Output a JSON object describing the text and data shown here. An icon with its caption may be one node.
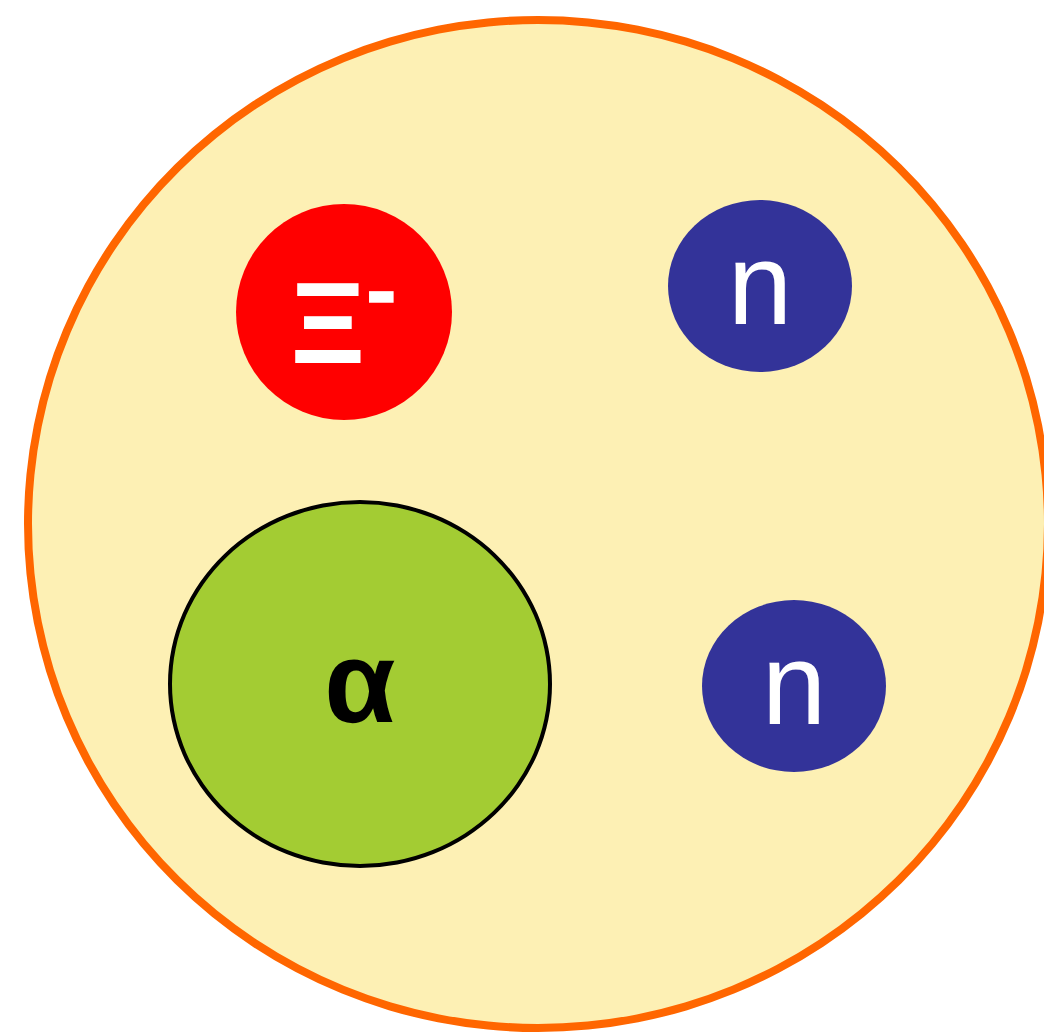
{
  "diagram": {
    "nodes": [
      {
        "text": [],
        "shape": "circle"
      },
      {
        "text": [
          "Ξ$^{-}$"
        ],
        "in": 0
      },
      {
        "text": [
          "n"
        ],
        "in": 0
      },
      {
        "text": [
          "α"
        ],
        "in": 0
      },
      {
        "text": [
          "n"
        ],
        "in": 0
      }
    ]
  }
}
